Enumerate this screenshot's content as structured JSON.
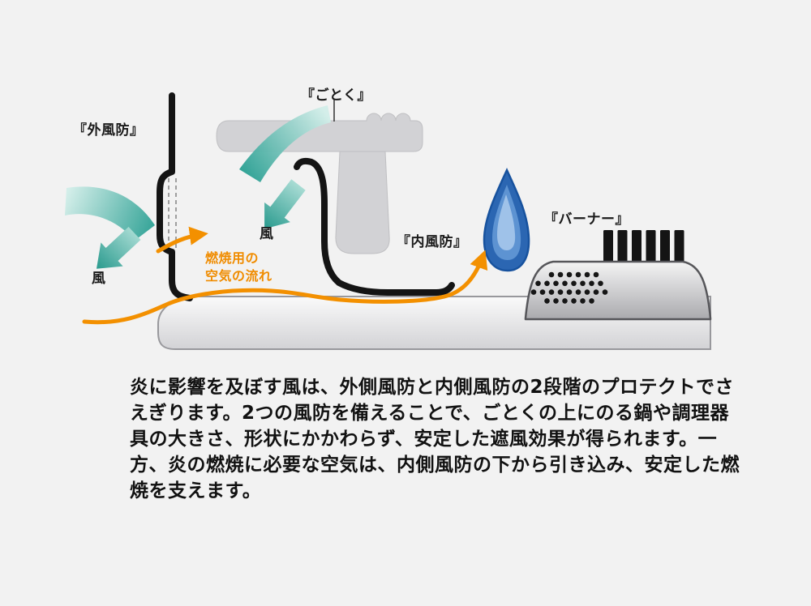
{
  "labels": {
    "outer_windshield": "『外風防』",
    "gotoku": "『ごとく』",
    "inner_windshield": "『内風防』",
    "burner": "『バーナー』",
    "wind_left": "風",
    "wind_middle": "風",
    "airflow_line1": "燃焼用の",
    "airflow_line2": "空気の流れ"
  },
  "description": "炎に影響を及ぼす風は、外側風防と内側風防の2段階のプロテクトでさえぎります。2つの風防を備えることで、ごとくの上にのる鍋や調理器具の大きさ、形状にかかわらず、安定した遮風効果が得られます。一方、炎の燃焼に必要な空気は、内側風防の下から引き込み、安定した燃焼を支えます。",
  "colors": {
    "background": "#f2f2f2",
    "line_black": "#141414",
    "airflow_orange": "#f39000",
    "wind_teal_dark": "#2aa093",
    "wind_teal_light": "#d2eee9",
    "flame_blue": "#2b66b2",
    "metal_gray": "#c9c9cc",
    "text": "#111111"
  }
}
